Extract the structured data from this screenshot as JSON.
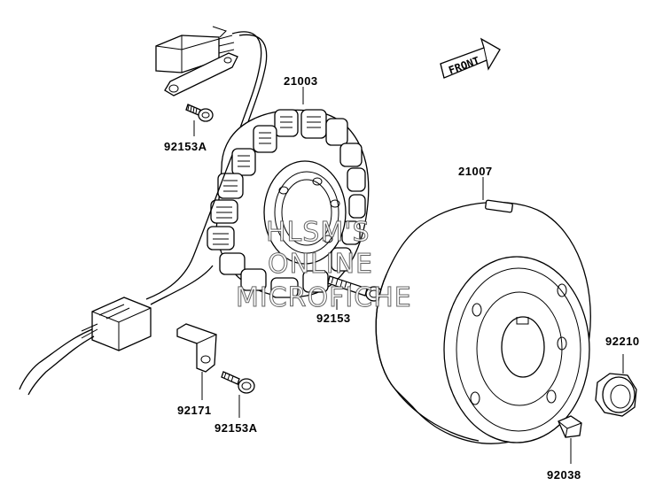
{
  "diagram": {
    "front_label": "FRONT",
    "watermark": [
      "HLSM'S",
      "ONLINE",
      "MICROFICHE"
    ],
    "callouts": [
      {
        "id": "p21003",
        "label": "21003"
      },
      {
        "id": "p92153A_top",
        "label": "92153A"
      },
      {
        "id": "p21007",
        "label": "21007"
      },
      {
        "id": "p92153",
        "label": "92153"
      },
      {
        "id": "p92210",
        "label": "92210"
      },
      {
        "id": "p92171",
        "label": "92171"
      },
      {
        "id": "p92153A_bottom",
        "label": "92153A"
      },
      {
        "id": "p92038",
        "label": "92038"
      }
    ]
  }
}
